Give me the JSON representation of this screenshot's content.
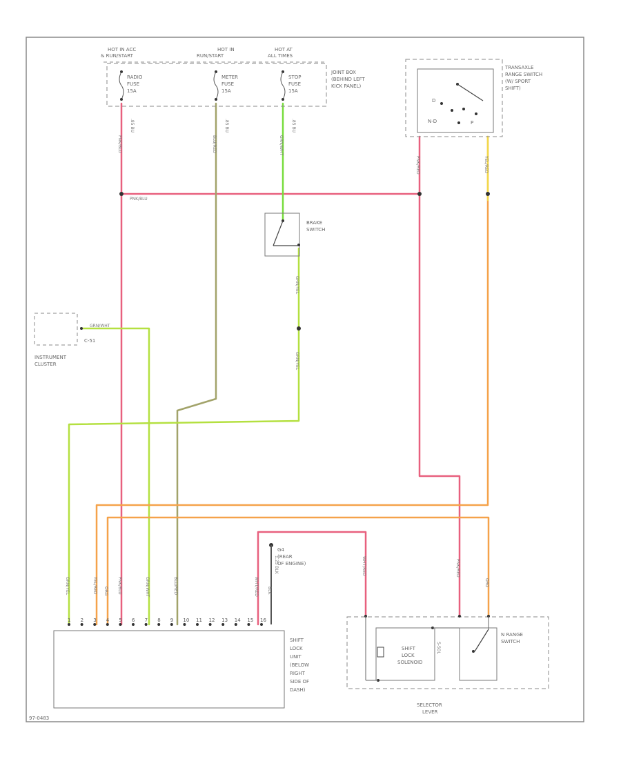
{
  "colors": {
    "pink": "#e8607e",
    "tan": "#a2a36a",
    "green": "#78dc3c",
    "yellow_green": "#b4e040",
    "orange": "#f5a24a",
    "yellow": "#f2d94c",
    "dark_yellow": "#f0c040",
    "frame": "#8a8a8a",
    "box": "#777777"
  },
  "fuse_block": {
    "hot_labels": [
      [
        "HOT IN ACC",
        "&amp; RUN/START"
      ],
      [
        "HOT IN",
        "RUN/START"
      ],
      [
        "HOT AT",
        "ALL TIMES"
      ]
    ],
    "fuses": [
      [
        "RADIO",
        "FUSE",
        "15A"
      ],
      [
        "METER",
        "FUSE",
        "15A"
      ],
      [
        "STOP",
        "FUSE",
        "15A"
      ]
    ],
    "joint_box": [
      "JOINT BOX",
      "(BEHIND LEFT",
      "KICK PANEL)"
    ]
  },
  "transaxle_switch": {
    "label": [
      "TRANSAXLE",
      "RANGE SWITCH",
      "(W/ SPORT",
      "SHIFT)"
    ],
    "pins": [
      "D",
      "N-D",
      "P"
    ]
  },
  "brake_switch": {
    "label": [
      "BRAKE",
      "SWITCH"
    ]
  },
  "instrument_cluster": {
    "label": [
      "INSTRUMENT",
      "CLUSTER"
    ],
    "connector": "C-51"
  },
  "shift_lock_unit": {
    "label": [
      "SHIFT",
      "LOCK",
      "UNIT",
      "(BELOW",
      "RIGHT",
      "SIDE OF",
      "DASH)"
    ],
    "pins": [
      "1",
      "2",
      "3",
      "4",
      "5",
      "6",
      "7",
      "8",
      "9",
      "10",
      "11",
      "12",
      "13",
      "14",
      "15",
      "16"
    ]
  },
  "ground": {
    "label": [
      "G4",
      "(REAR",
      "OF ENGINE)"
    ]
  },
  "selector_lever": {
    "label": [
      "SELECTOR",
      "LEVER"
    ],
    "shift_lock_solenoid": [
      "SHIFT",
      "LOCK",
      "SOLENOID"
    ],
    "solenoid_side": "S-SOL",
    "n_range_switch": [
      "N RANGE",
      "SWITCH"
    ]
  },
  "wire_labels": {
    "radio_wire": "PNK/BLU",
    "radio_wire_gauge": ".85 BU",
    "meter_wire": "BLU/RED",
    "meter_wire_gauge": ".85 BU",
    "stop_wire": "GRN/WHT",
    "stop_wire_gauge": ".85 BU",
    "pink_horizontal": "PNK/BLU",
    "transaxle_left_wire": "PNK/RED",
    "transaxle_right_wire": "YEL/RED",
    "brake_to_splice": "GRN/YEL",
    "splice_down": "GRN/YEL",
    "cluster_wire": "GRN/WHT",
    "sl_pin1": "GRN/YEL",
    "sl_pin3": "YEL/RED",
    "sl_pin4": "ORG",
    "sl_pin5": "PNK/BLU",
    "sl_pin7": "GRN/WHT",
    "sl_pin9": "BLU/RED",
    "sl_pin15": "WHT/RED",
    "sl_pin16": "BLK",
    "ground_wire_gauge": "1.25 BLK",
    "solenoid_wire": "WHT/RED",
    "lever_pink_wire": "PNK/RED",
    "lever_org_wire": "ORG"
  },
  "diagram_id": "97-0483"
}
